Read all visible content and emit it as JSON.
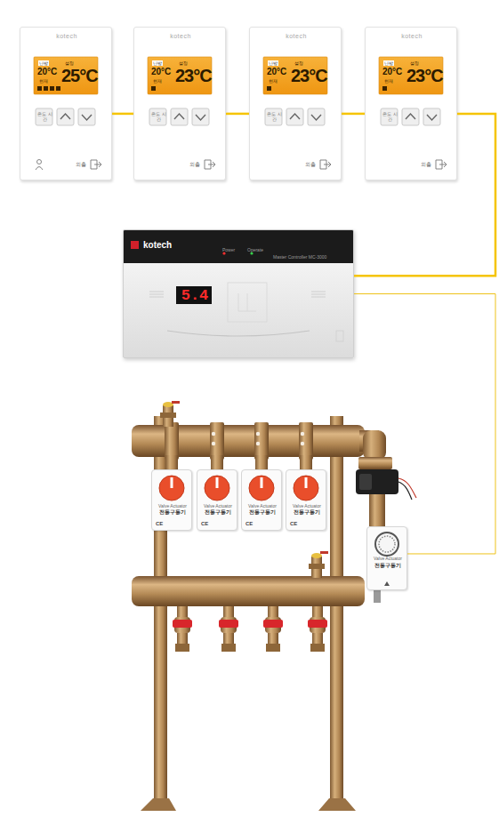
{
  "diagram": {
    "nodes": [
      {
        "text": [
          "kotech",
          "난방",
          "20°C",
          "현재",
          "설정",
          "25°C",
          "온도 시간",
          "외출"
        ]
      },
      {
        "text": [
          "kotech",
          "난방",
          "20°C",
          "현재",
          "설정",
          "23°C",
          "온도 시간",
          "외출"
        ]
      },
      {
        "text": [
          "kotech",
          "난방",
          "20°C",
          "현재",
          "설정",
          "23°C",
          "온도 시간",
          "외출"
        ]
      },
      {
        "text": [
          "kotech",
          "난방",
          "20°C",
          "현재",
          "설정",
          "23°C",
          "온도 시간",
          "외출"
        ]
      },
      {
        "text": [
          "kotech",
          "Power",
          "Operate",
          "Master Controller MC-3000",
          "5.4"
        ]
      },
      {
        "text": [
          "Valve Actuator",
          "전동구동기",
          "CE"
        ]
      },
      {
        "text": [
          "Valve Actuator",
          "전동구동기",
          "CE"
        ]
      },
      {
        "text": [
          "Valve Actuator",
          "전동구동기",
          "CE"
        ]
      },
      {
        "text": [
          "Valve Actuator",
          "전동구동기",
          "CE"
        ]
      },
      {
        "text": [
          "Valve Actuator",
          "전동구동기"
        ]
      }
    ],
    "edges": [
      {
        "from": 0,
        "to": 1,
        "arrow": "none"
      },
      {
        "from": 1,
        "to": 2,
        "arrow": "none"
      },
      {
        "from": 2,
        "to": 3,
        "arrow": "none"
      },
      {
        "from": 3,
        "to": 4,
        "arrow": "none"
      },
      {
        "from": 4,
        "to": 9,
        "arrow": "none"
      }
    ]
  }
}
